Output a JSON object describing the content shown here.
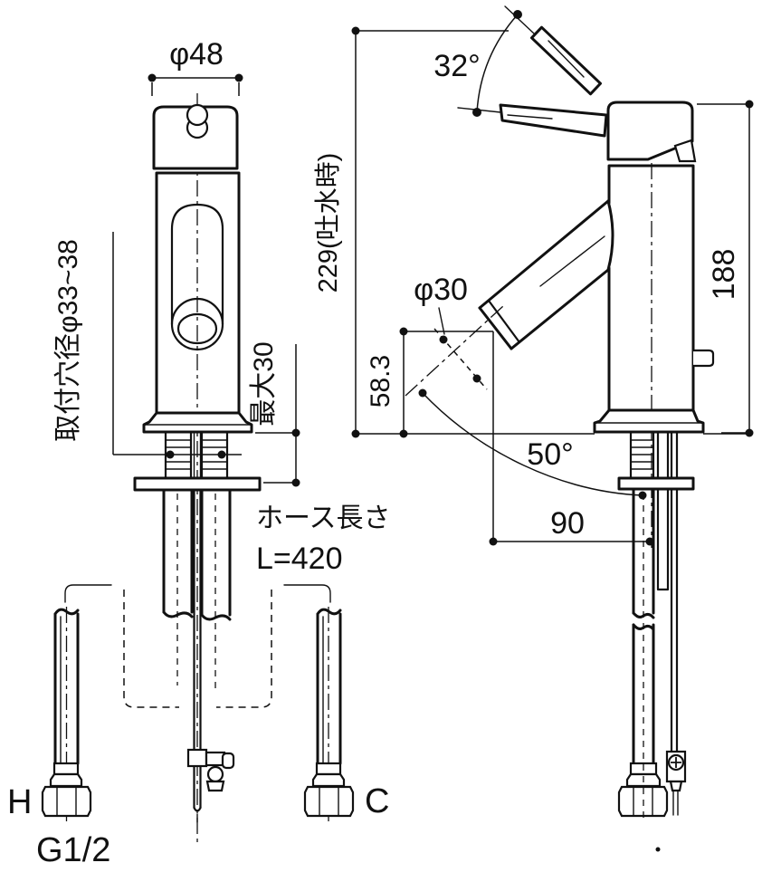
{
  "diagram": {
    "title": "faucet-dimension-drawing",
    "labels": {
      "dia_top": "φ48",
      "lever_angle": "32°",
      "height_discharge": "229(吐水時)",
      "height_body": "188",
      "dia_spout": "φ30",
      "spout_height": "58.3",
      "spout_angle": "50°",
      "spout_reach": "90",
      "mount_hole": "取付穴径φ33~38",
      "max_thickness": "最大30",
      "hose_caption": "ホース長さ",
      "hose_value": "L=420",
      "hot": "H",
      "cold": "C",
      "thread": "G1/2"
    },
    "colors": {
      "line": "#111111",
      "background": "#ffffff"
    }
  }
}
